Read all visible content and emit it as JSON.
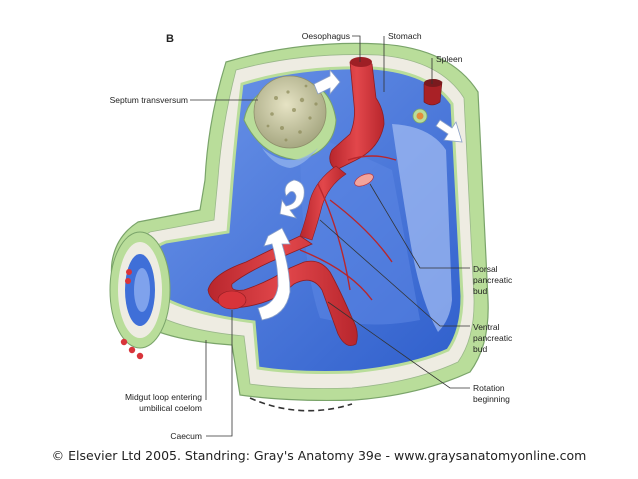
{
  "figure": {
    "panel_letter": "B",
    "caption": "© Elsevier Ltd 2005. Standring: Gray's Anatomy 39e - www.graysanatomyonline.com",
    "labels": {
      "oesophagus": "Oesophagus",
      "stomach": "Stomach",
      "spleen": "Spleen",
      "septum_transversum": "Septum transversum",
      "dorsal_pancreatic_bud": [
        "Dorsal",
        "pancreatic",
        "bud"
      ],
      "ventral_pancreatic_bud": [
        "Ventral",
        "pancreatic",
        "bud"
      ],
      "rotation_beginning": [
        "Rotation",
        "beginning"
      ],
      "midgut_loop": [
        "Midgut loop entering",
        "umbilical coelom"
      ],
      "caecum": "Caecum"
    }
  },
  "colors": {
    "coelom_blue": "#3f6fd8",
    "mesothelium_green": "#b9dd9a",
    "body_wall": "#e8e6dc",
    "gut_red": "#d8343a",
    "liver": "#c9c9a2"
  }
}
